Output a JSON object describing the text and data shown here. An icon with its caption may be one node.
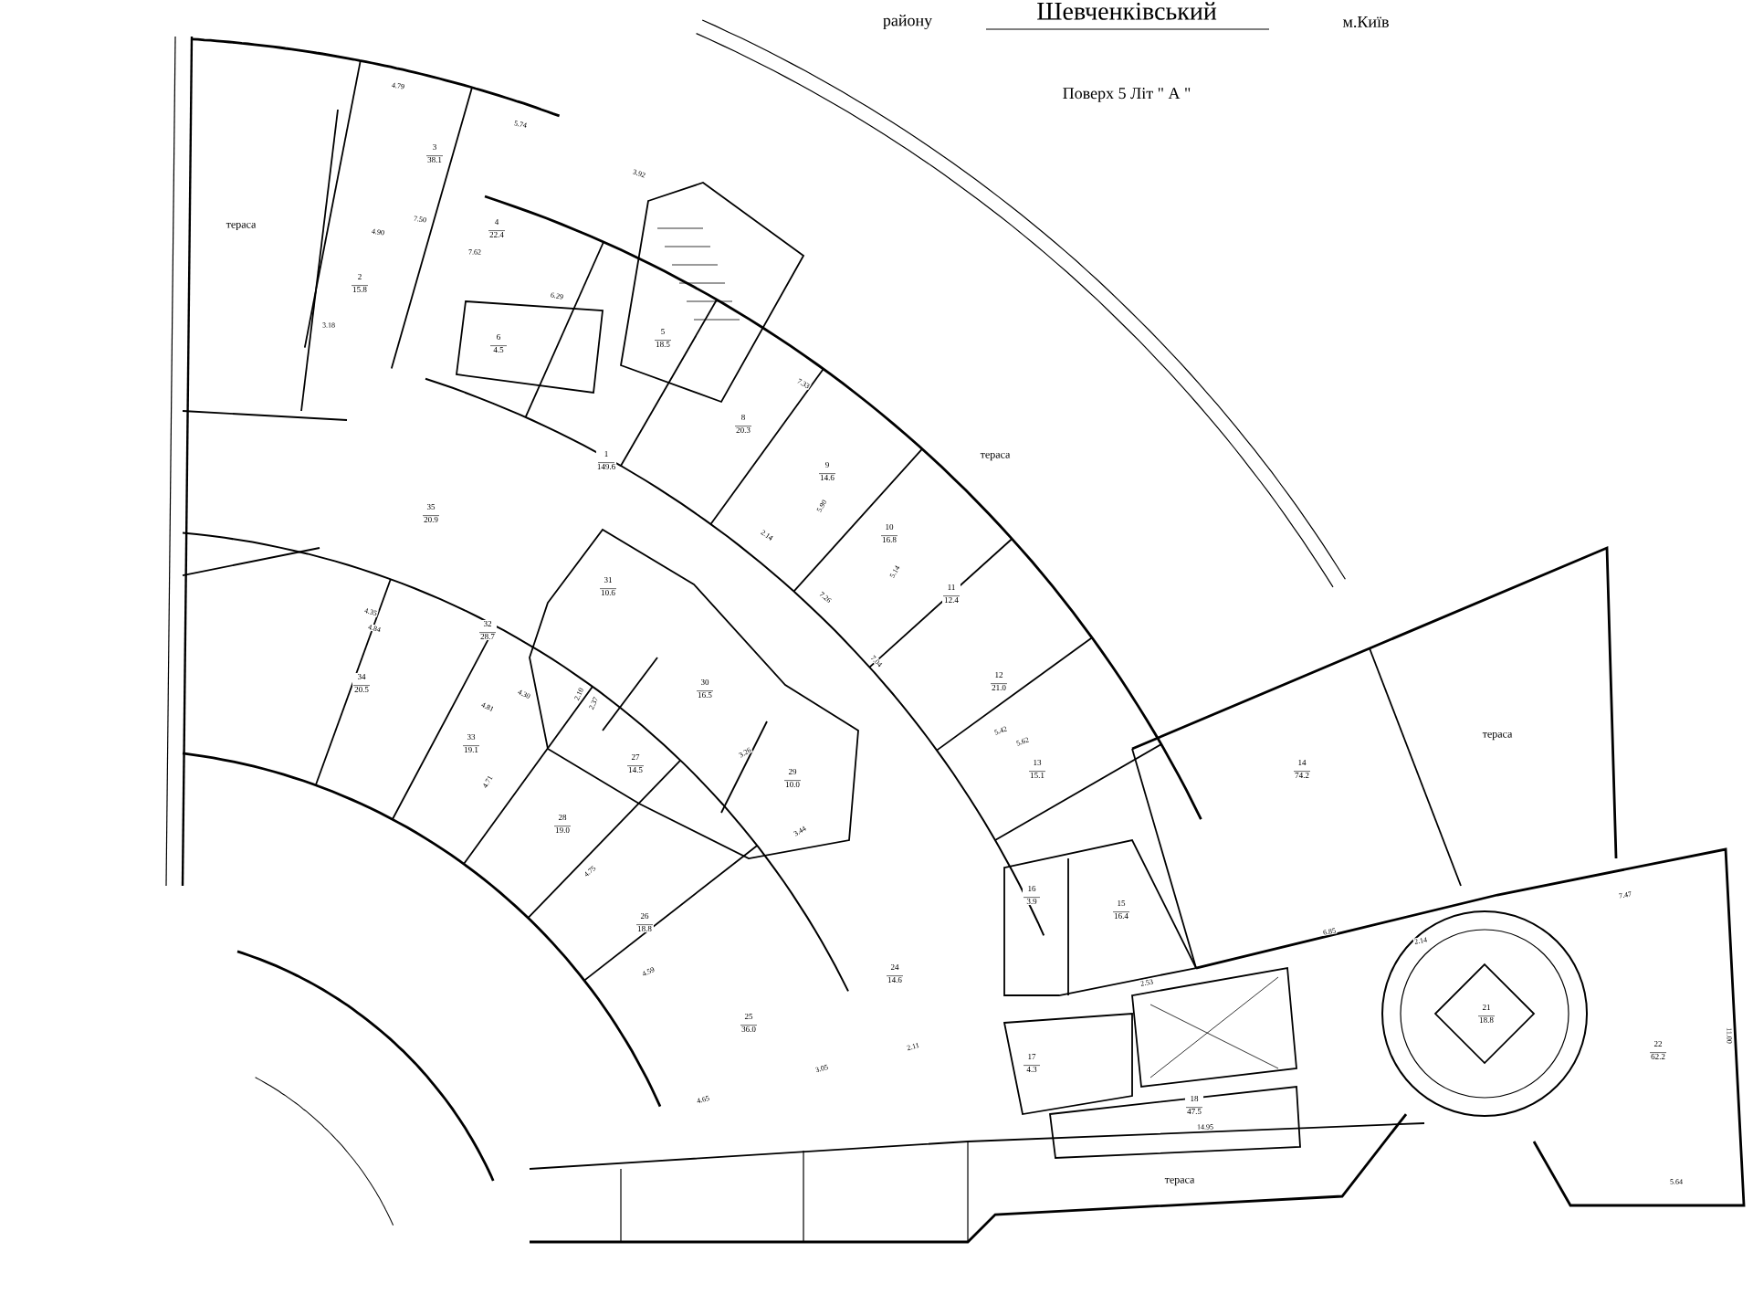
{
  "diagram": {
    "nodes": [
      {
        "text": [
          "3",
          "38.1"
        ]
      },
      {
        "text": [
          "4",
          "22.4"
        ]
      },
      {
        "text": [
          "2",
          "15.8"
        ]
      },
      {
        "text": [
          "6",
          "4.5"
        ]
      },
      {
        "text": [
          "5",
          "18.5"
        ]
      },
      {
        "text": [
          "1",
          "149.6"
        ]
      },
      {
        "text": [
          "8",
          "20.3"
        ]
      },
      {
        "text": [
          "9",
          "14.6"
        ]
      },
      {
        "text": [
          "35",
          "20.9"
        ]
      },
      {
        "text": [
          "10",
          "16.8"
        ]
      },
      {
        "text": [
          "31",
          "10.6"
        ]
      },
      {
        "text": [
          "11",
          "12.4"
        ]
      },
      {
        "text": [
          "32",
          "28.7"
        ]
      },
      {
        "text": [
          "34",
          "20.5"
        ]
      },
      {
        "text": [
          "12",
          "21.0"
        ]
      },
      {
        "text": [
          "30",
          "16.5"
        ]
      },
      {
        "text": [
          "33",
          "19.1"
        ]
      },
      {
        "text": [
          "27",
          "14.5"
        ]
      },
      {
        "text": [
          "29",
          "10.0"
        ]
      },
      {
        "text": [
          "14",
          "74.2"
        ]
      },
      {
        "text": [
          "28",
          "19.0"
        ]
      },
      {
        "text": [
          "13",
          "15.1"
        ]
      },
      {
        "text": [
          "16",
          "3.9"
        ]
      },
      {
        "text": [
          "15",
          "16.4"
        ]
      },
      {
        "text": [
          "26",
          "18.8"
        ]
      },
      {
        "text": [
          "24",
          "14.6"
        ]
      },
      {
        "text": [
          "25",
          "36.0"
        ]
      },
      {
        "text": [
          "21",
          "18.8"
        ]
      },
      {
        "text": [
          "22",
          "62.2"
        ]
      },
      {
        "text": [
          "17",
          "4.3"
        ]
      },
      {
        "text": [
          "18",
          "47.5"
        ]
      }
    ],
    "labels": [
      "району",
      "Шевченківський",
      "м.Київ",
      "Поверх 5 Літ \" А \"",
      "тераса",
      "тераса",
      "тераса",
      "тераса",
      "4.79",
      "5.74",
      "3.92",
      "7.50",
      "4.90",
      "7.62",
      "6.29",
      "3.18",
      "7.33",
      "2.14",
      "5.90",
      "7.26",
      "5.14",
      "7.04",
      "5.42",
      "5.62",
      "4.35",
      "4.84",
      "4.30",
      "4.81",
      "2.10",
      "2.37",
      "3.26",
      "4.71",
      "3.44",
      "4.75",
      "4.59",
      "4.65",
      "3.05",
      "2.11",
      "2.53",
      "6.85",
      "2.14",
      "7.47",
      "14.95",
      "5.64",
      "11.00"
    ]
  }
}
